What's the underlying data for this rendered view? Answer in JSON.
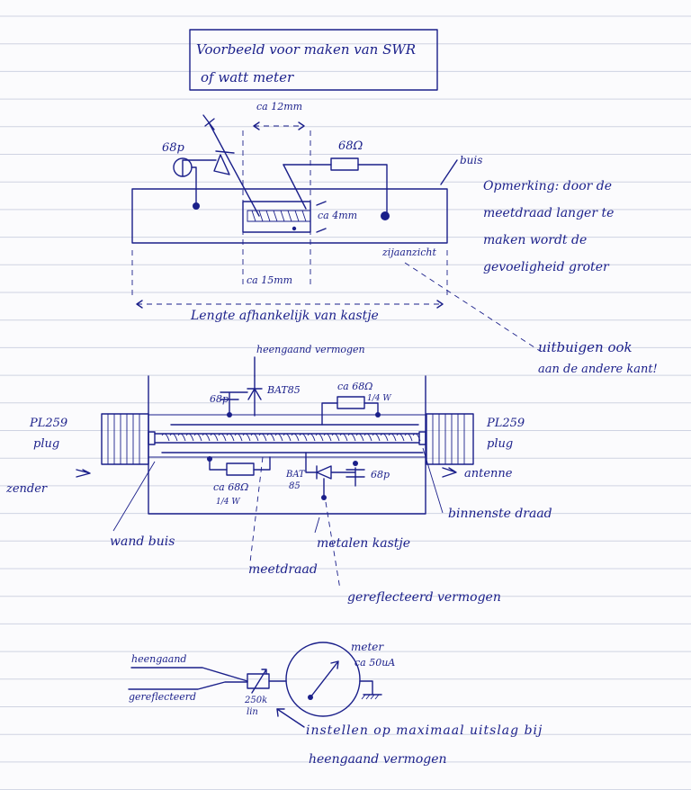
{
  "title": {
    "line1": "Voorbeeld voor maken van SWR",
    "line2": "of watt meter"
  },
  "top_diagram": {
    "dim_width_top": "ca 12mm",
    "cap_label": "68p",
    "res_label": "68Ω",
    "tube_label": "buis",
    "dim_height": "ca 4mm",
    "side_view": "zijaanzicht",
    "dim_width_bottom": "ca 15mm",
    "length_label": "Lengte afhankelijk van kastje",
    "remark": [
      "Opmerking: door de",
      "meetdraad langer te",
      "maken wordt de",
      "gevoeligheid groter"
    ],
    "bend_note": [
      "uitbuigen ook",
      "aan de andere kant!"
    ]
  },
  "middle_diagram": {
    "forward_power": "heengaand vermogen",
    "cap_top": "68p",
    "diode_top": "BAT85",
    "res_top": "ca 68Ω",
    "res_top_w": "1/4 W",
    "plug_left": [
      "PL259",
      "plug"
    ],
    "plug_right": [
      "PL259",
      "plug"
    ],
    "transmitter": "zender",
    "antenna": "antenne",
    "res_bottom": "ca 68Ω",
    "res_bottom_w": "1/4 W",
    "diode_bottom": [
      "BAT",
      "85"
    ],
    "cap_bottom": "68p",
    "inner_wire": "binnenste draad",
    "tube_wall": "wand buis",
    "metal_box": "metalen kastje",
    "measure_wire": "meetdraad",
    "reflected_power": "gereflecteerd vermogen"
  },
  "bottom_diagram": {
    "forward": "heengaand",
    "reflected": "gereflecteerd",
    "pot_value": "250k",
    "pot_type": "lin",
    "meter": "meter",
    "meter_range": "ca 50uA",
    "instruction": [
      "instellen op maximaal uitslag bij",
      "heengaand vermogen"
    ]
  }
}
